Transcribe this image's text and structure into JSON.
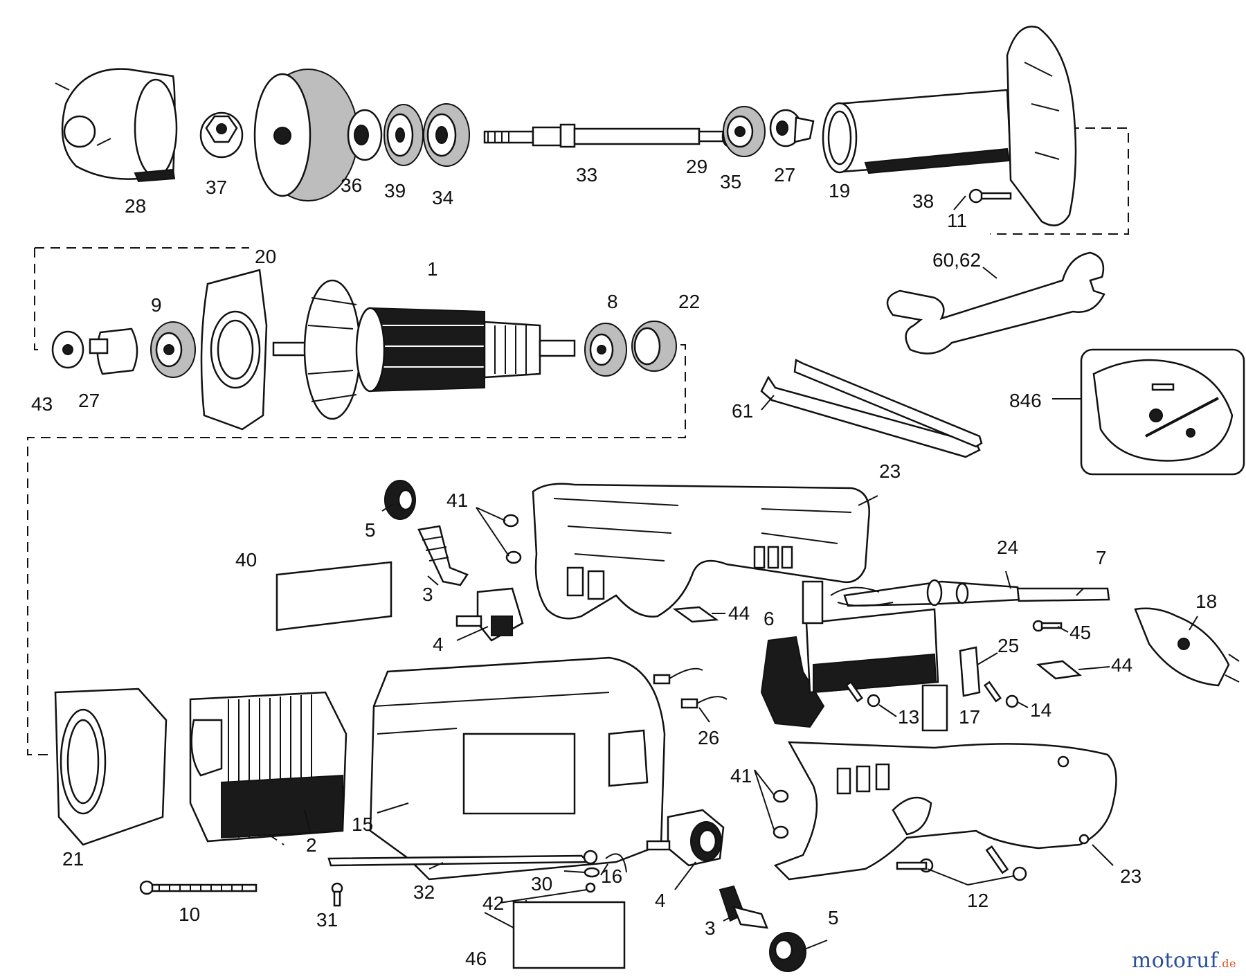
{
  "diagram": {
    "labels": {
      "p28": "28",
      "p37": "37",
      "p36": "36",
      "p39": "39",
      "p34": "34",
      "p33": "33",
      "p29": "29",
      "p35": "35",
      "p27a": "27",
      "p19": "19",
      "p38": "38",
      "p11": "11",
      "p20": "20",
      "p9": "9",
      "p1": "1",
      "p8": "8",
      "p22": "22",
      "p43": "43",
      "p27b": "27",
      "p6062": "60,62",
      "p61": "61",
      "p846": "846",
      "p23a": "23",
      "p41a": "41",
      "p5a": "5",
      "p40": "40",
      "p3a": "3",
      "p4a": "4",
      "p44a": "44",
      "p6": "6",
      "p24": "24",
      "p7": "7",
      "p18": "18",
      "p45": "45",
      "p25": "25",
      "p44b": "44",
      "p13": "13",
      "p17": "17",
      "p14": "14",
      "p26": "26",
      "p21": "21",
      "p2": "2",
      "p15": "15",
      "p10": "10",
      "p32": "32",
      "p31": "31",
      "p30": "30",
      "p16": "16",
      "p42": "42",
      "p46": "46",
      "p4b": "4",
      "p3b": "3",
      "p5b": "5",
      "p41b": "41",
      "p12": "12",
      "p23b": "23"
    }
  },
  "watermark": {
    "brand": "motoruf",
    "tld": ".de"
  }
}
